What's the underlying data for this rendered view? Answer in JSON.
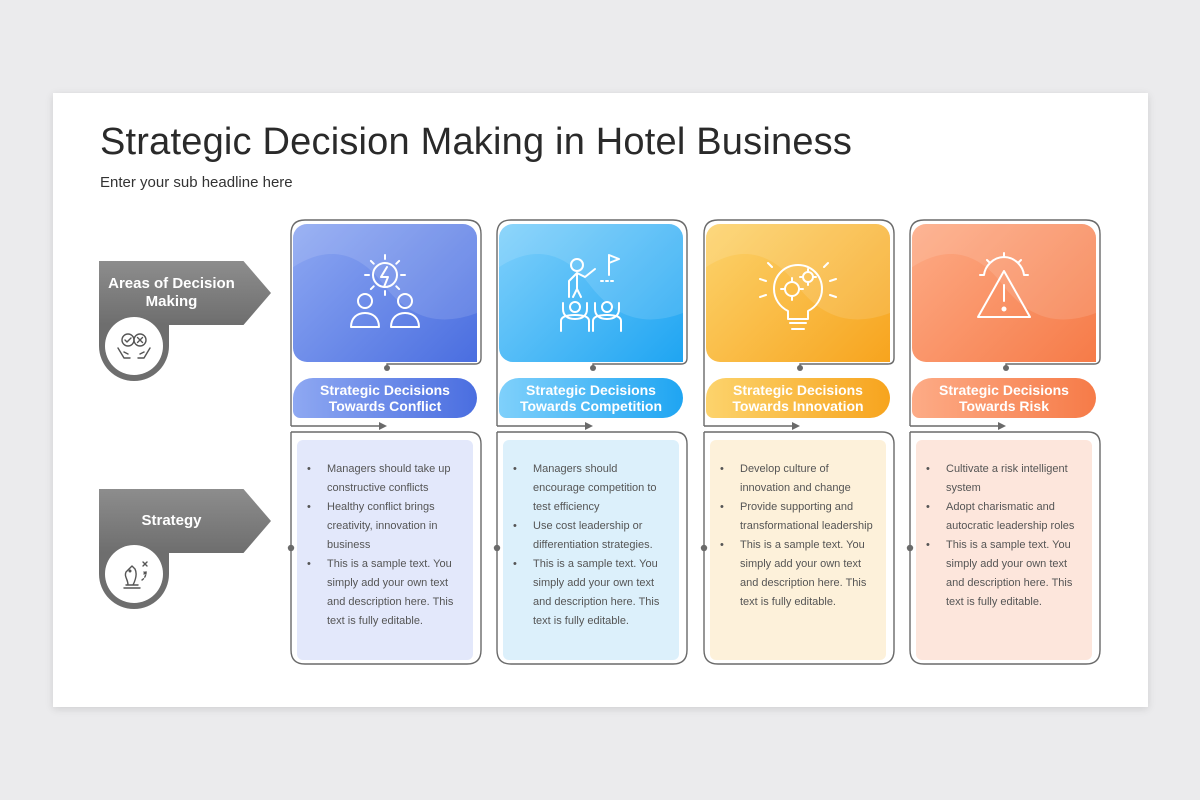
{
  "header": {
    "title": "Strategic Decision Making in Hotel Business",
    "subtitle": "Enter your sub headline here"
  },
  "rows": [
    {
      "label": "Areas of Decision Making",
      "icon": "handshake-hands-icon"
    },
    {
      "label": "Strategy",
      "icon": "chess-knight-icon"
    }
  ],
  "columns": [
    {
      "title": "Strategic Decisions Towards Conflict",
      "icon": "people-gear-bolt-icon",
      "colors": {
        "from": "#8ea8f2",
        "to": "#4a6ee0",
        "body": "#e3e8fb"
      },
      "bullets": [
        "Managers should take up constructive conflicts",
        "Healthy conflict brings creativity, innovation in business",
        "This is a sample text. You simply add your own text and description here. This text is fully editable."
      ]
    },
    {
      "title": "Strategic Decisions Towards Competition",
      "icon": "team-flag-icon",
      "colors": {
        "from": "#7fd0fb",
        "to": "#1fa5f2",
        "body": "#dcf0fb"
      },
      "bullets": [
        "Managers should encourage competition to test efficiency",
        "Use cost leadership or differentiation strategies.",
        "This is a sample text. You simply add your own text and description here. This text is fully editable."
      ]
    },
    {
      "title": "Strategic Decisions Towards Innovation",
      "icon": "lightbulb-gears-icon",
      "colors": {
        "from": "#fcd36c",
        "to": "#f7a41e",
        "body": "#fdf1da"
      },
      "bullets": [
        "Develop culture of innovation and change",
        "Provide supporting and transformational leadership",
        "This is a sample text. You simply add your own text and description here. This text is fully editable."
      ]
    },
    {
      "title": "Strategic Decisions Towards Risk",
      "icon": "gear-warning-icon",
      "colors": {
        "from": "#fdab86",
        "to": "#f67b48",
        "body": "#fde6dc"
      },
      "bullets": [
        "Cultivate a risk intelligent system",
        "Adopt charismatic and autocratic leadership roles",
        "This is a sample text. You simply add your own text and description here. This text is fully editable."
      ]
    }
  ]
}
